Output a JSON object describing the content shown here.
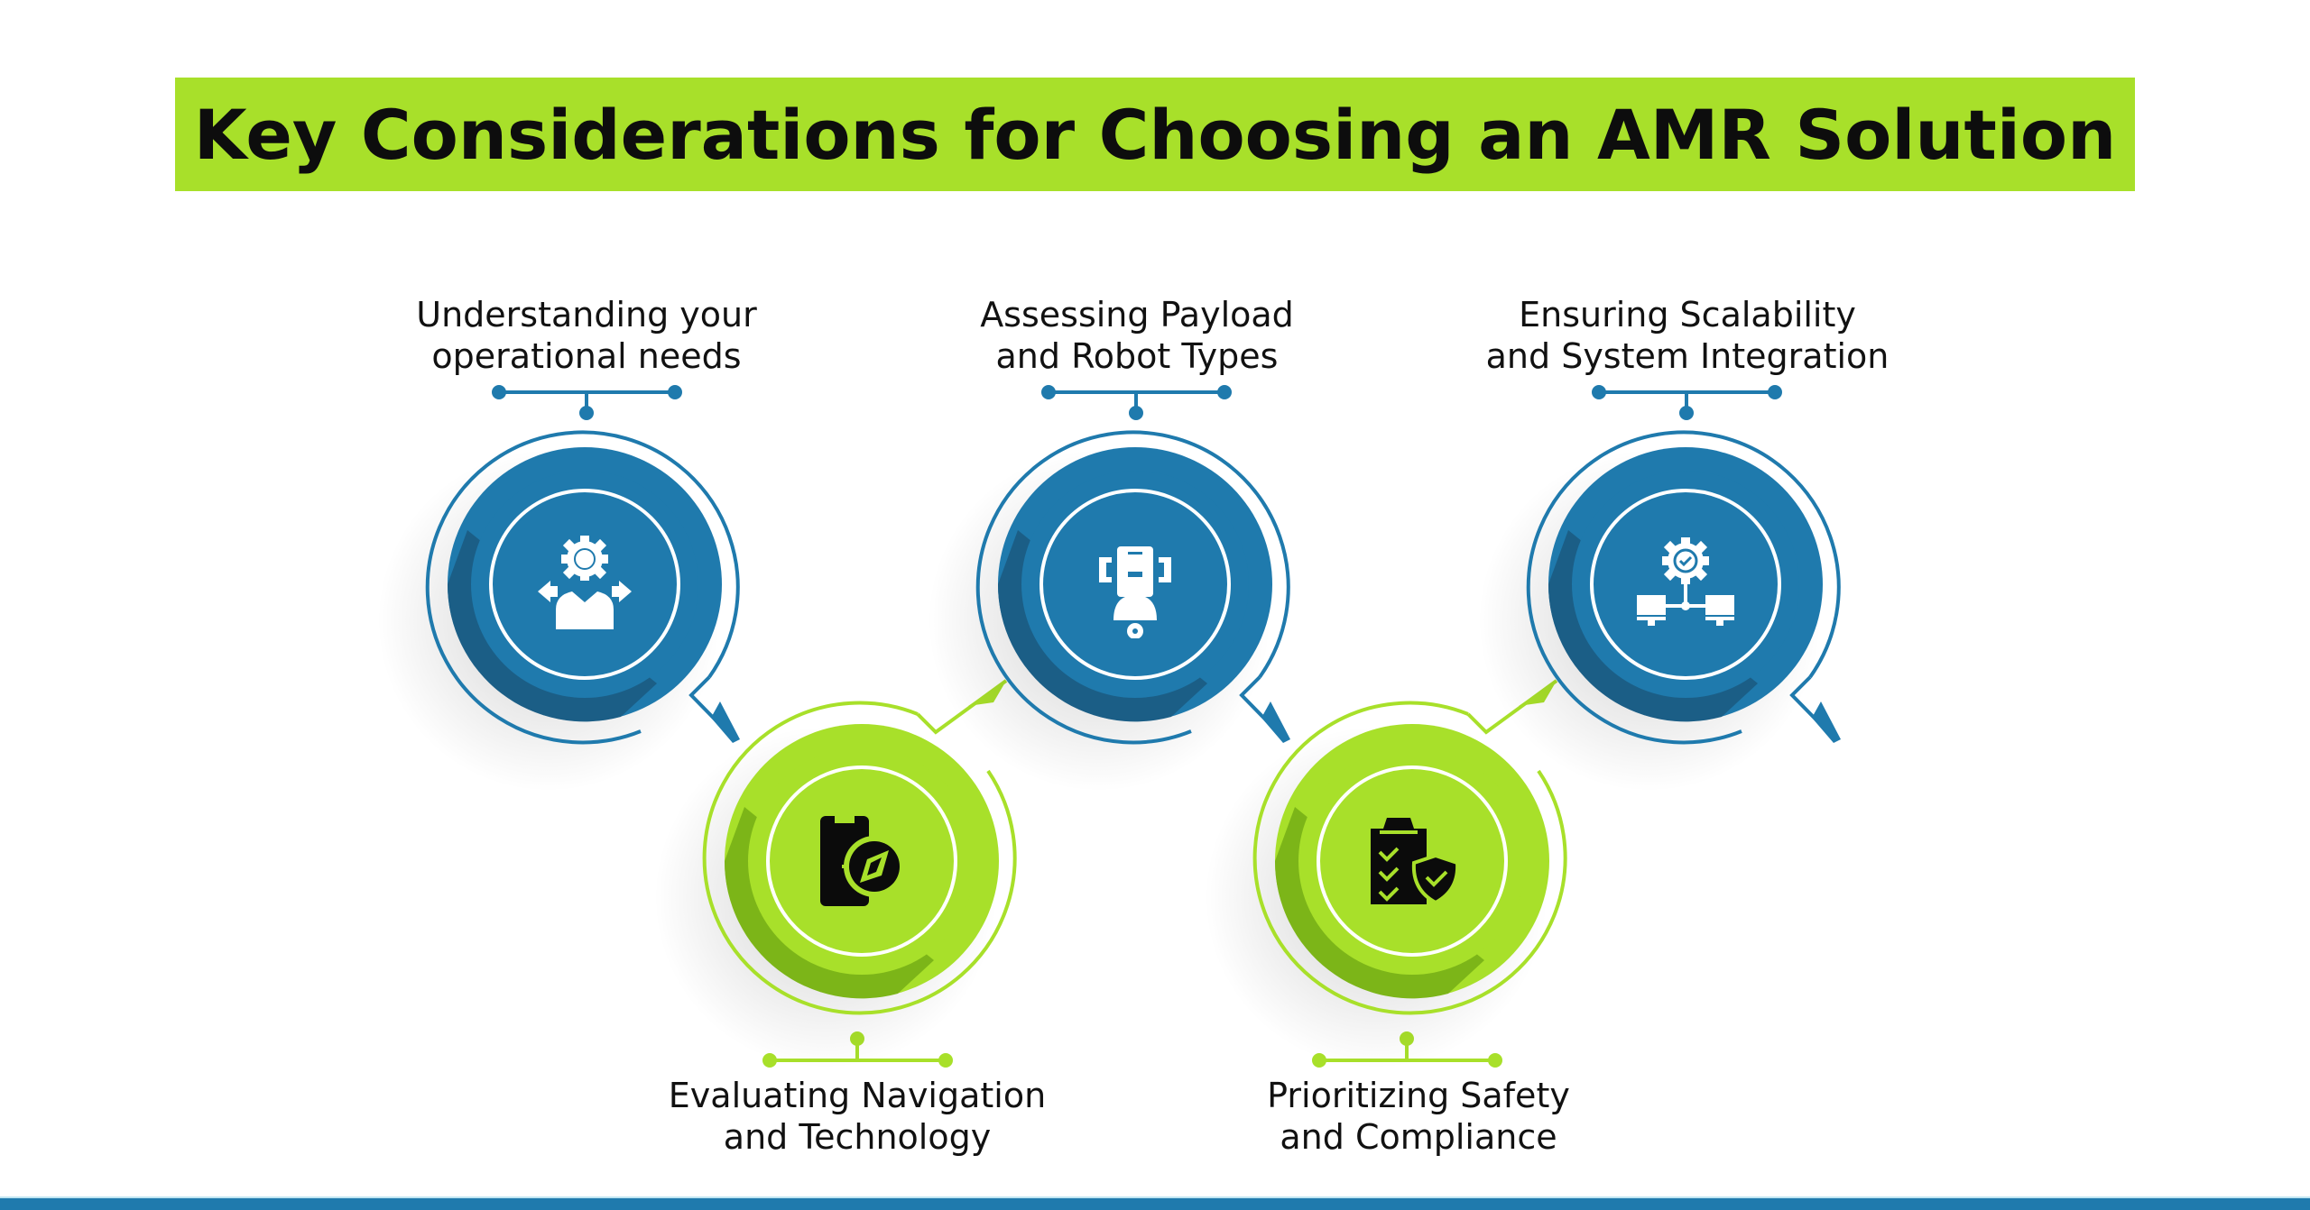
{
  "title": "Key Considerations for Choosing an AMR Solution",
  "colors": {
    "title_bg": "#a8e02a",
    "blue": "#1f7aad",
    "blue_dark": "#1b5e86",
    "green": "#a8e02a",
    "green_dark": "#7cb518",
    "footer": "#1f7aad"
  },
  "steps": [
    {
      "position": "top",
      "color": "blue",
      "icon": "person-gear-arrows-icon",
      "line1": "Understanding your",
      "line2": "operational needs"
    },
    {
      "position": "bottom",
      "color": "green",
      "icon": "phone-compass-icon",
      "line1": "Evaluating Navigation",
      "line2": "and Technology"
    },
    {
      "position": "top",
      "color": "blue",
      "icon": "robot-icon",
      "line1": "Assessing Payload",
      "line2": "and Robot Types"
    },
    {
      "position": "bottom",
      "color": "green",
      "icon": "clipboard-shield-check-icon",
      "line1": "Prioritizing Safety",
      "line2": "and Compliance"
    },
    {
      "position": "top",
      "color": "blue",
      "icon": "gear-network-icon",
      "line1": "Ensuring Scalability",
      "line2": "and System Integration"
    }
  ]
}
